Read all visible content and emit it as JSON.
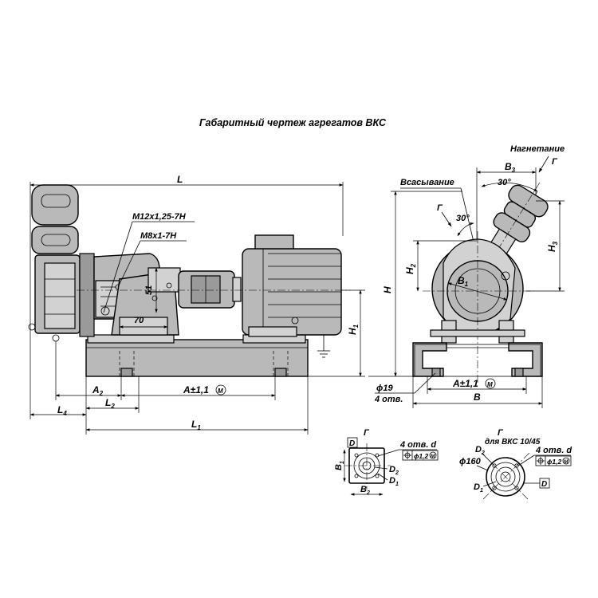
{
  "title": "Габаритный чертеж агрегатов ВКС",
  "side_view": {
    "L": "L",
    "thread_1": "M12x1,25-7H",
    "thread_2": "M8x1-7H",
    "dim_51": "51",
    "dim_70": "70",
    "H1": "H",
    "H1_sub": "1",
    "A2": "A",
    "A2_sub": "2",
    "A": "A±1,1",
    "L2": "L",
    "L2_sub": "2",
    "L4": "L",
    "L4_sub": "4",
    "L1": "L",
    "L1_sub": "1"
  },
  "end_view": {
    "discharge": "Нагнетание",
    "suction": "Всасывание",
    "G1": "Г",
    "G2": "Г",
    "angle_1": "30°",
    "angle_2": "30°",
    "B3": "B",
    "B3_sub": "3",
    "H": "H",
    "H2": "H",
    "H2_sub": "2",
    "H3": "H",
    "H3_sub": "3",
    "B1": "B",
    "B1_sub": "1",
    "A1": "A",
    "A1_rest": "±1,1",
    "hole_dia": "ϕ19",
    "hole_count": "4 отв.",
    "B": "B"
  },
  "detail_left": {
    "view": "Г",
    "D": "D",
    "holes": "4 отв. d",
    "tolerance": "ϕ1,2",
    "D2": "D",
    "D2_sub": "2",
    "D1": "D",
    "D1_sub": "1",
    "B1": "B",
    "B1_sub": "1",
    "B2": "B",
    "B2_sub": "2"
  },
  "detail_right": {
    "view": "Г",
    "caption": "для ВКС 10/45",
    "D2": "D",
    "D2_sub": "2",
    "holes": "4 отв. d",
    "tolerance": "ϕ1,2",
    "dia": "ϕ160",
    "D1": "D",
    "D1_sub": "1",
    "D": "D"
  },
  "modifier": "M"
}
